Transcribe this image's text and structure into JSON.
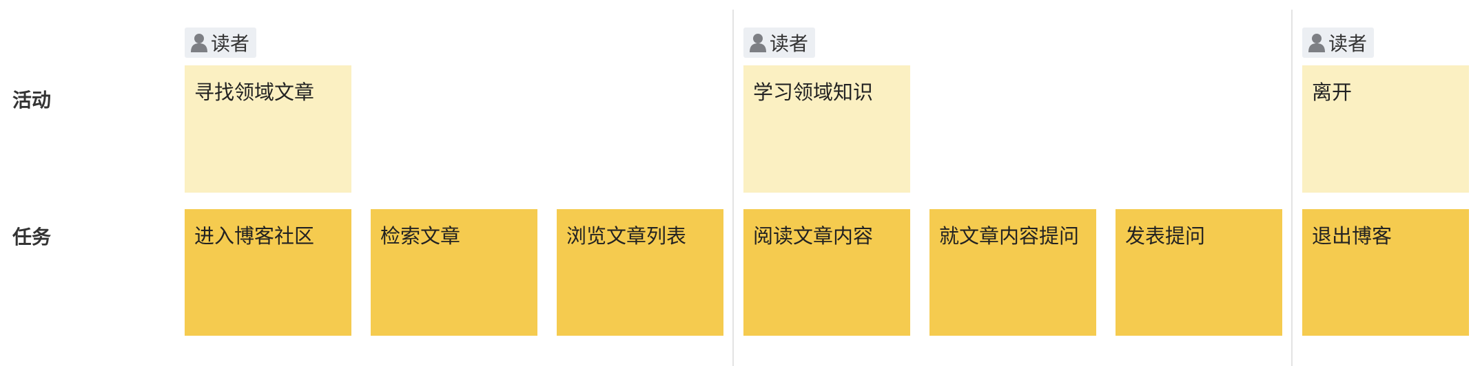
{
  "row_labels": {
    "activity": "活动",
    "task": "任务"
  },
  "columns": [
    {
      "persona": "读者",
      "activity": "寻找领域文章",
      "tasks": [
        "进入博客社区",
        "检索文章",
        "浏览文章列表"
      ]
    },
    {
      "persona": "读者",
      "activity": "学习领域知识",
      "tasks": [
        "阅读文章内容",
        "就文章内容提问",
        "发表提问"
      ]
    },
    {
      "persona": "读者",
      "activity": "离开",
      "tasks": [
        "退出博客"
      ]
    }
  ],
  "colors": {
    "activity": "#fbf0c2",
    "task": "#f5cb4f",
    "persona_bg": "#eceff3",
    "divider": "#e3e3e3"
  },
  "icons": {
    "persona": "user-icon"
  }
}
